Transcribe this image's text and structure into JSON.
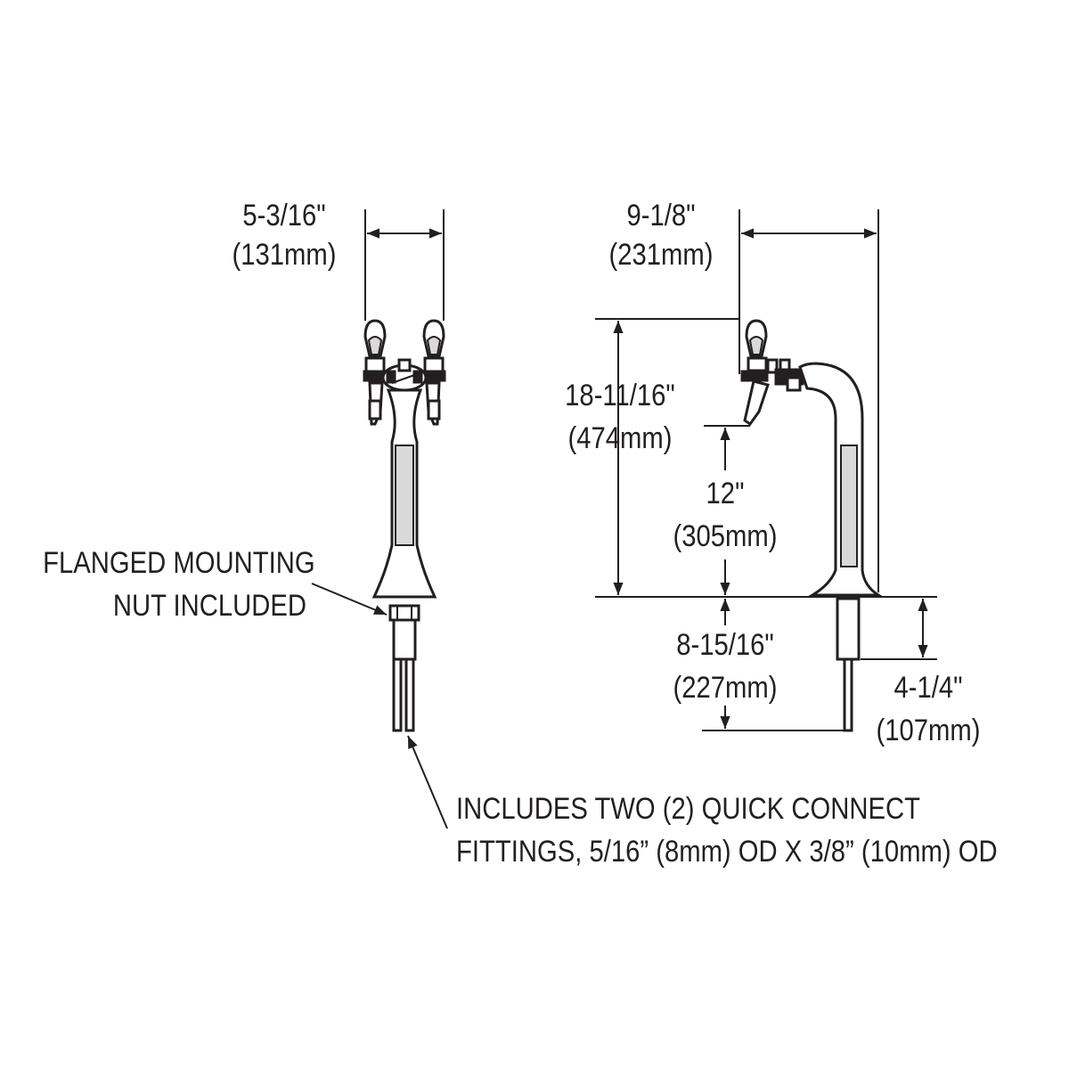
{
  "front_view": {
    "width_in": "5-3/16\"",
    "width_mm": "(131mm)"
  },
  "side_view": {
    "depth_in": "9-1/8\"",
    "depth_mm": "(231mm)",
    "height_in": "18-11/16\"",
    "height_mm": "(474mm)",
    "spout_clearance_in": "12\"",
    "spout_clearance_mm": "(305mm)",
    "shank_length_in": "8-15/16\"",
    "shank_length_mm": "(227mm)",
    "counter_thickness_in": "4-1/4\"",
    "counter_thickness_mm": "(107mm)"
  },
  "callouts": {
    "mounting_nut_line1": "FLANGED MOUNTING",
    "mounting_nut_line2": "NUT INCLUDED",
    "fittings_line1": "INCLUDES TWO (2) QUICK CONNECT",
    "fittings_line2": "FITTINGS, 5/16” (8mm) OD X 3/8” (10mm) OD"
  }
}
